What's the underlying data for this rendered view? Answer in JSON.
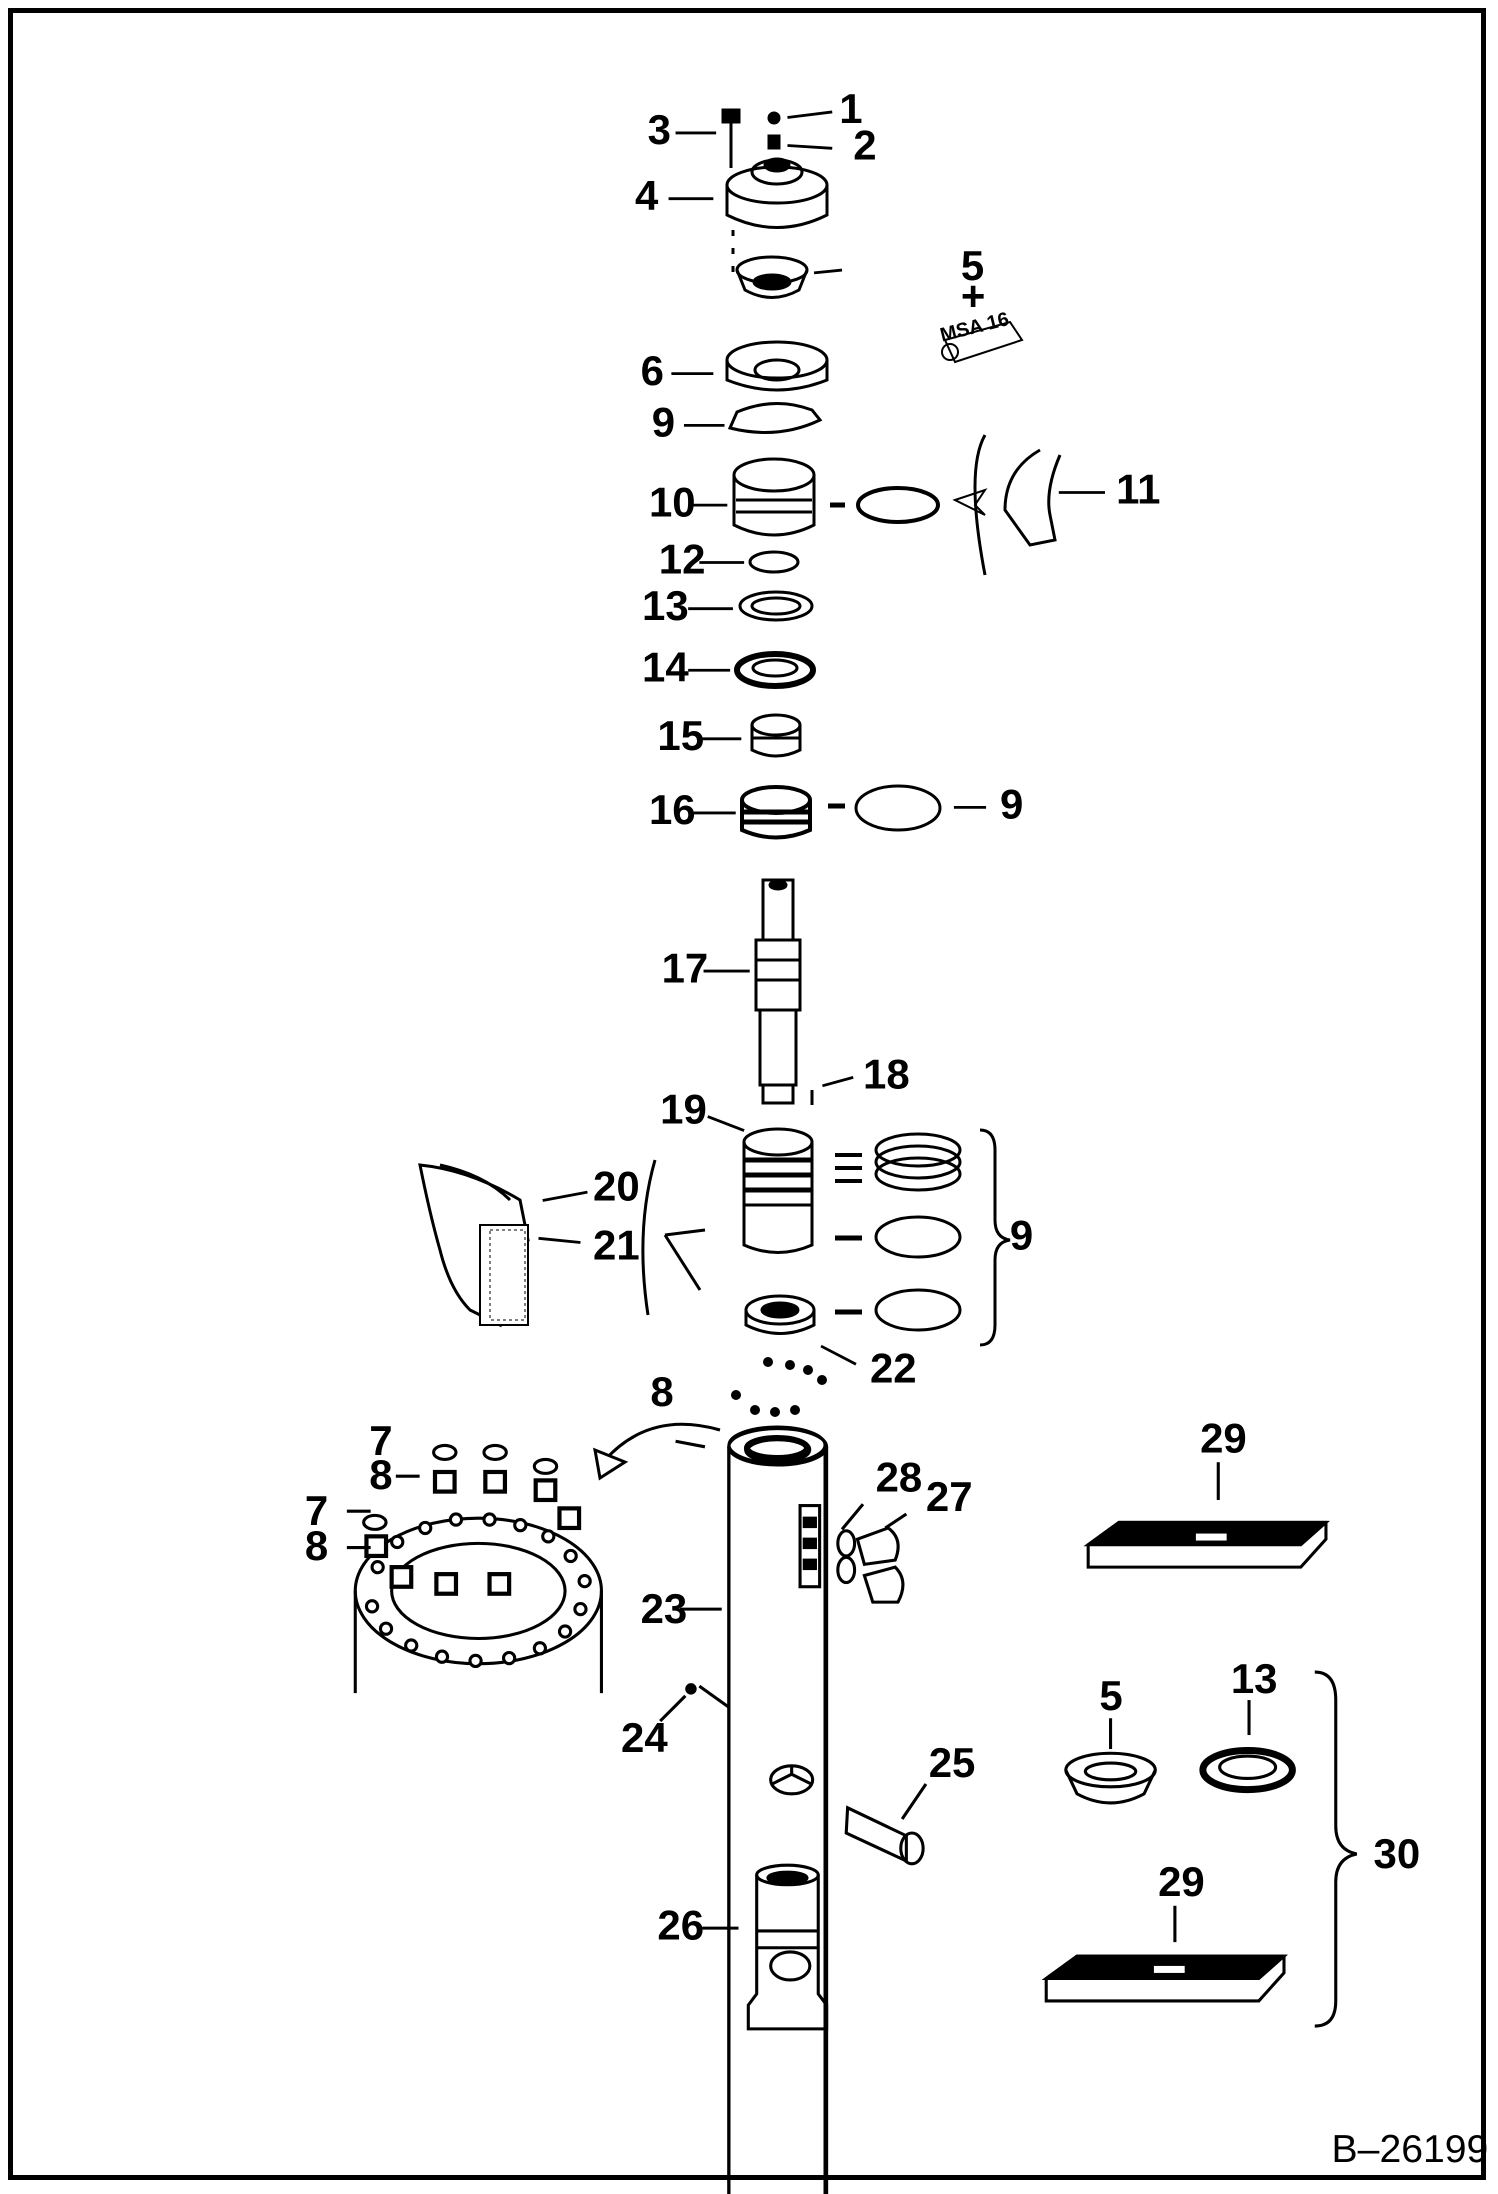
{
  "diagram": {
    "reference": "B–26199",
    "kit_label": "MSA 16",
    "plus_sign": "+",
    "callouts": {
      "c1": "1",
      "c2": "2",
      "c3": "3",
      "c4": "4",
      "c5": "5",
      "c6": "6",
      "c7a": "7",
      "c7b": "7",
      "c8a": "8",
      "c8b": "8",
      "c8c": "8",
      "c9a": "9",
      "c9b": "9",
      "c9c": "9",
      "c10": "10",
      "c11": "11",
      "c12": "12",
      "c13": "13",
      "c14": "14",
      "c15": "15",
      "c16": "16",
      "c17": "17",
      "c18": "18",
      "c19": "19",
      "c20": "20",
      "c21": "21",
      "c22": "22",
      "c23": "23",
      "c24": "24",
      "c25": "25",
      "c26": "26",
      "c27": "27",
      "c28": "28",
      "c29a": "29",
      "c29b": "29",
      "c5b": "5",
      "c13b": "13",
      "c30": "30"
    }
  }
}
